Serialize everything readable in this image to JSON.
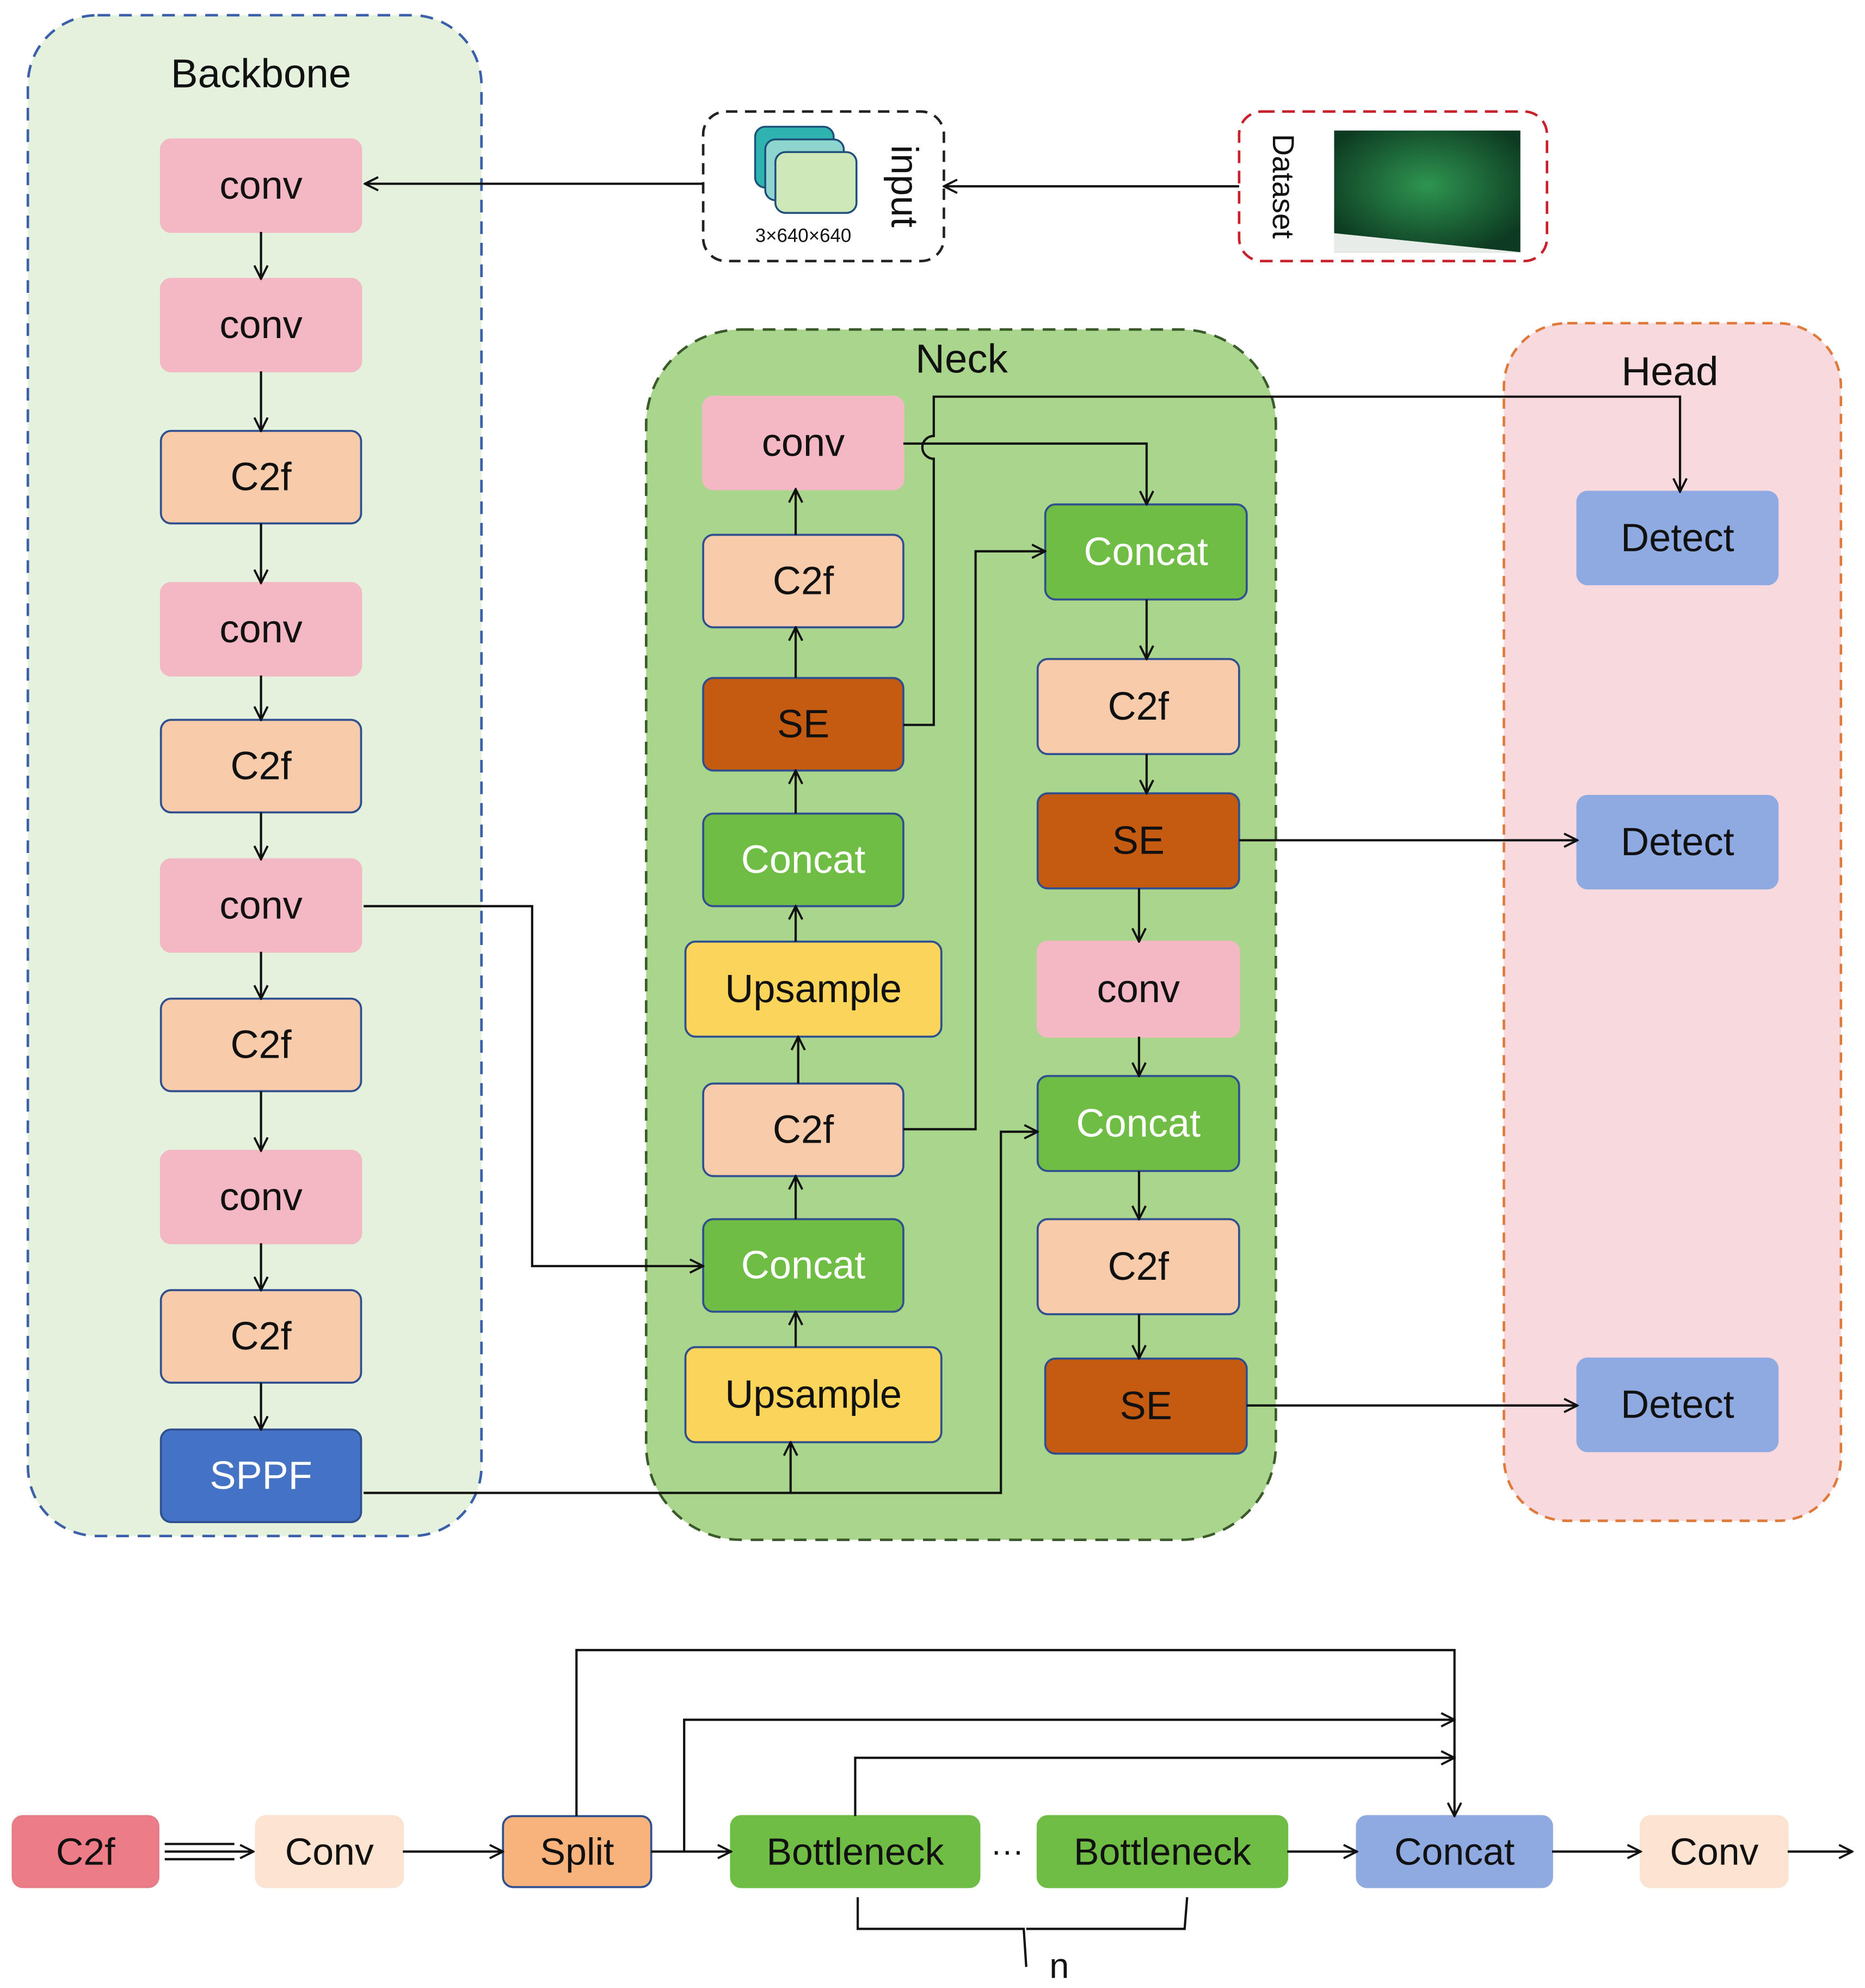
{
  "backbone": {
    "title": "Backbone",
    "blocks": [
      "conv",
      "conv",
      "C2f",
      "conv",
      "C2f",
      "conv",
      "C2f",
      "conv",
      "C2f",
      "SPPF"
    ]
  },
  "input": {
    "label": "input",
    "size": "3×640×640"
  },
  "dataset": {
    "label": "Dataset"
  },
  "neck": {
    "title": "Neck",
    "left": [
      "conv",
      "C2f",
      "SE",
      "Concat",
      "Upsample",
      "C2f",
      "Concat",
      "Upsample"
    ],
    "right": [
      "Concat",
      "C2f",
      "SE",
      "conv",
      "Concat",
      "C2f",
      "SE"
    ]
  },
  "head": {
    "title": "Head",
    "blocks": [
      "Detect",
      "Detect",
      "Detect"
    ]
  },
  "c2f_detail": {
    "blocks": [
      "C2f",
      "Conv",
      "Split",
      "Bottleneck",
      "Bottleneck",
      "Concat",
      "Conv"
    ],
    "ellipsis": "···",
    "repeat": "n"
  },
  "colors": {
    "conv": "#f4b8c4",
    "c2f": "#f8ccaa",
    "se": "#c55a11",
    "concat": "#6fbd45",
    "upsample": "#fbd45a",
    "sppf": "#4472c4",
    "detect": "#8fa9e1",
    "backbone_bg": "#e4f1dd",
    "neck_bg": "#a9d58c",
    "head_bg": "#f7d9de",
    "dataset_image": "#1f6e3c"
  }
}
